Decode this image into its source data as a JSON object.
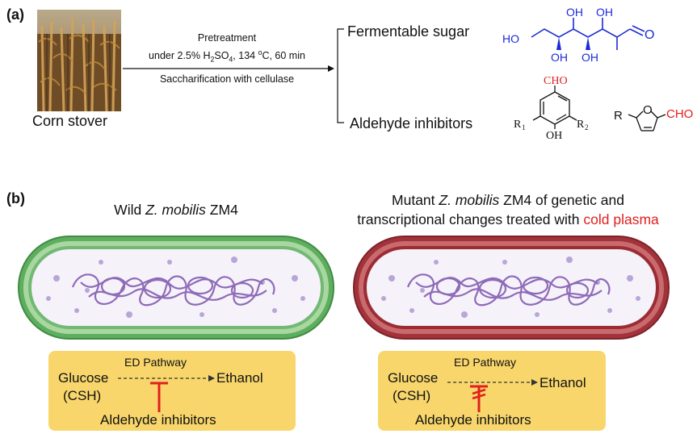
{
  "panel_a": {
    "label": "(a)",
    "feedstock_label": "Corn stover",
    "arrow_top_1": "Pretreatment",
    "arrow_top_2_pre": "under 2.5% H",
    "arrow_top_2_sub1": "2",
    "arrow_top_2_mid": "SO",
    "arrow_top_2_sub2": "4",
    "arrow_top_2_post": ", 134 ",
    "arrow_top_2_sup": "o",
    "arrow_top_2_end": "C, 60 min",
    "arrow_bottom": "Saccharification with cellulase",
    "product_1": "Fermentable sugar",
    "product_2": "Aldehyde inhibitors",
    "sugar": {
      "oh_labels": [
        "HO",
        "OH",
        "OH",
        "OH",
        "OH"
      ],
      "o_label": "O"
    },
    "benzaldehyde": {
      "cho": "CHO",
      "r1": "R",
      "r1_sub": "1",
      "r2": "R",
      "r2_sub": "2",
      "oh": "OH"
    },
    "furfural": {
      "r": "R",
      "o": "O",
      "cho": "CHO"
    }
  },
  "panel_b": {
    "label": "(b)",
    "wild": {
      "title_pre": "Wild ",
      "title_italic": "Z. mobilis",
      "title_post": " ZM4",
      "pathway": "ED Pathway",
      "substrate": "Glucose",
      "substrate_sub": "(CSH)",
      "product": "Ethanol",
      "inhibitor": "Aldehyde inhibitors"
    },
    "mutant": {
      "title_pre": "Mutant ",
      "title_italic": "Z. mobilis",
      "title_post": " ZM4 of genetic and",
      "title_line2": "transcriptional changes treated with ",
      "title_highlight": "cold plasma",
      "pathway": "ED Pathway",
      "substrate": "Glucose",
      "substrate_sub": "(CSH)",
      "product": "Ethanol",
      "inhibitor": "Aldehyde inhibitors"
    }
  },
  "colors": {
    "wild_membrane": "#6db56d",
    "mutant_membrane": "#a2333a",
    "cytoplasm": "#f6f2fa",
    "dna": "#8e6bb8",
    "pathway_box": "#f8d66c",
    "inhibition": "#e0201e",
    "sugar_blue": "#1d2bd6"
  }
}
